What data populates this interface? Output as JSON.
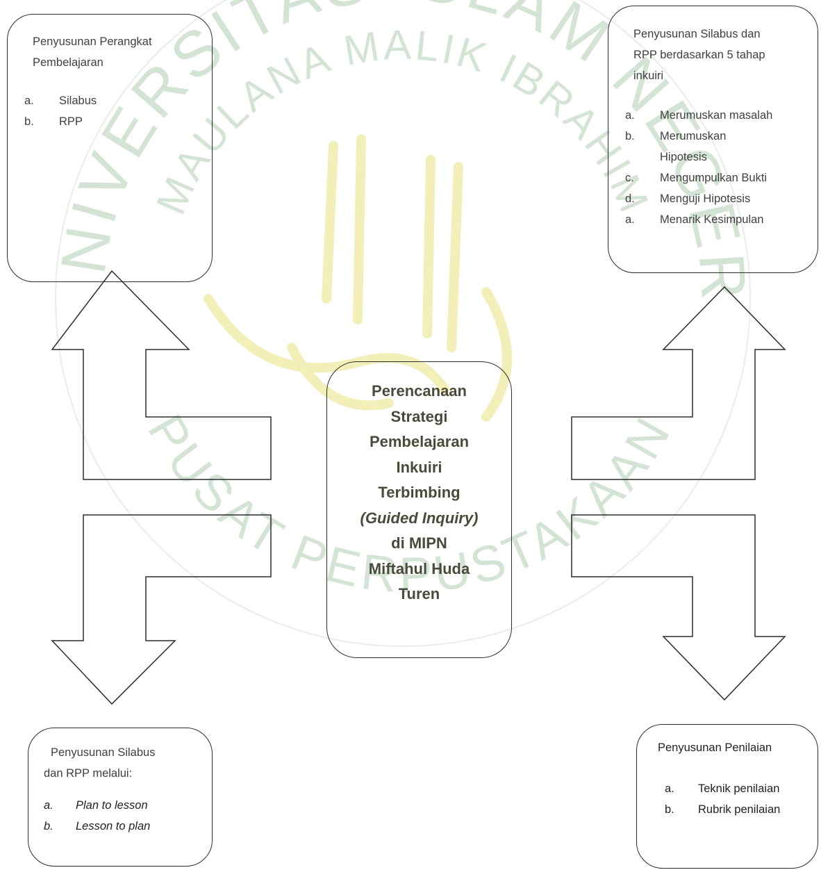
{
  "watermark": {
    "arc_top": "UNIVERSITAS ISLAM NEGERI",
    "arc_inner": "MAULANA MALIK IBRAHIM",
    "arc_bottom": "PUSAT PERPUSTAKAAN",
    "color": "#cfe0cf"
  },
  "center": {
    "lines": [
      "Perencanaan",
      "Strategi",
      "Pembelajaran",
      "Inkuiri",
      "Terbimbing",
      "(Guided Inquiry)",
      "di MIPN",
      "Miftahul Huda",
      "Turen"
    ]
  },
  "top_left": {
    "title_line1": "Penyusunan Perangkat",
    "title_line2": "Pembelajaran",
    "items": [
      {
        "marker": "a.",
        "text": "Silabus"
      },
      {
        "marker": "b.",
        "text": "RPP"
      }
    ]
  },
  "top_right": {
    "title_line1": "Penyusunan Silabus dan",
    "title_line2": "RPP berdasarkan 5 tahap",
    "title_line3": "inkuiri",
    "items": [
      {
        "marker": "a.",
        "text": "Merumuskan masalah"
      },
      {
        "marker": "b.",
        "text": "Merumuskan"
      },
      {
        "marker": "",
        "text": "Hipotesis"
      },
      {
        "marker": "c.",
        "text": "Mengumpulkan Bukti"
      },
      {
        "marker": "d.",
        "text": "Menguji Hipotesis"
      },
      {
        "marker": "a.",
        "text": "Menarik Kesimpulan"
      }
    ]
  },
  "bottom_left": {
    "title_line1": "Penyusunan Silabus",
    "title_line2": "dan RPP melalui:",
    "items": [
      {
        "marker": "a.",
        "text": "Plan to lesson"
      },
      {
        "marker": "b.",
        "text": "Lesson to plan"
      }
    ]
  },
  "bottom_right": {
    "title": "Penyusunan Penilaian",
    "items": [
      {
        "marker": "a.",
        "text": "Teknik penilaian"
      },
      {
        "marker": "b.",
        "text": "Rubrik penilaian"
      }
    ]
  }
}
